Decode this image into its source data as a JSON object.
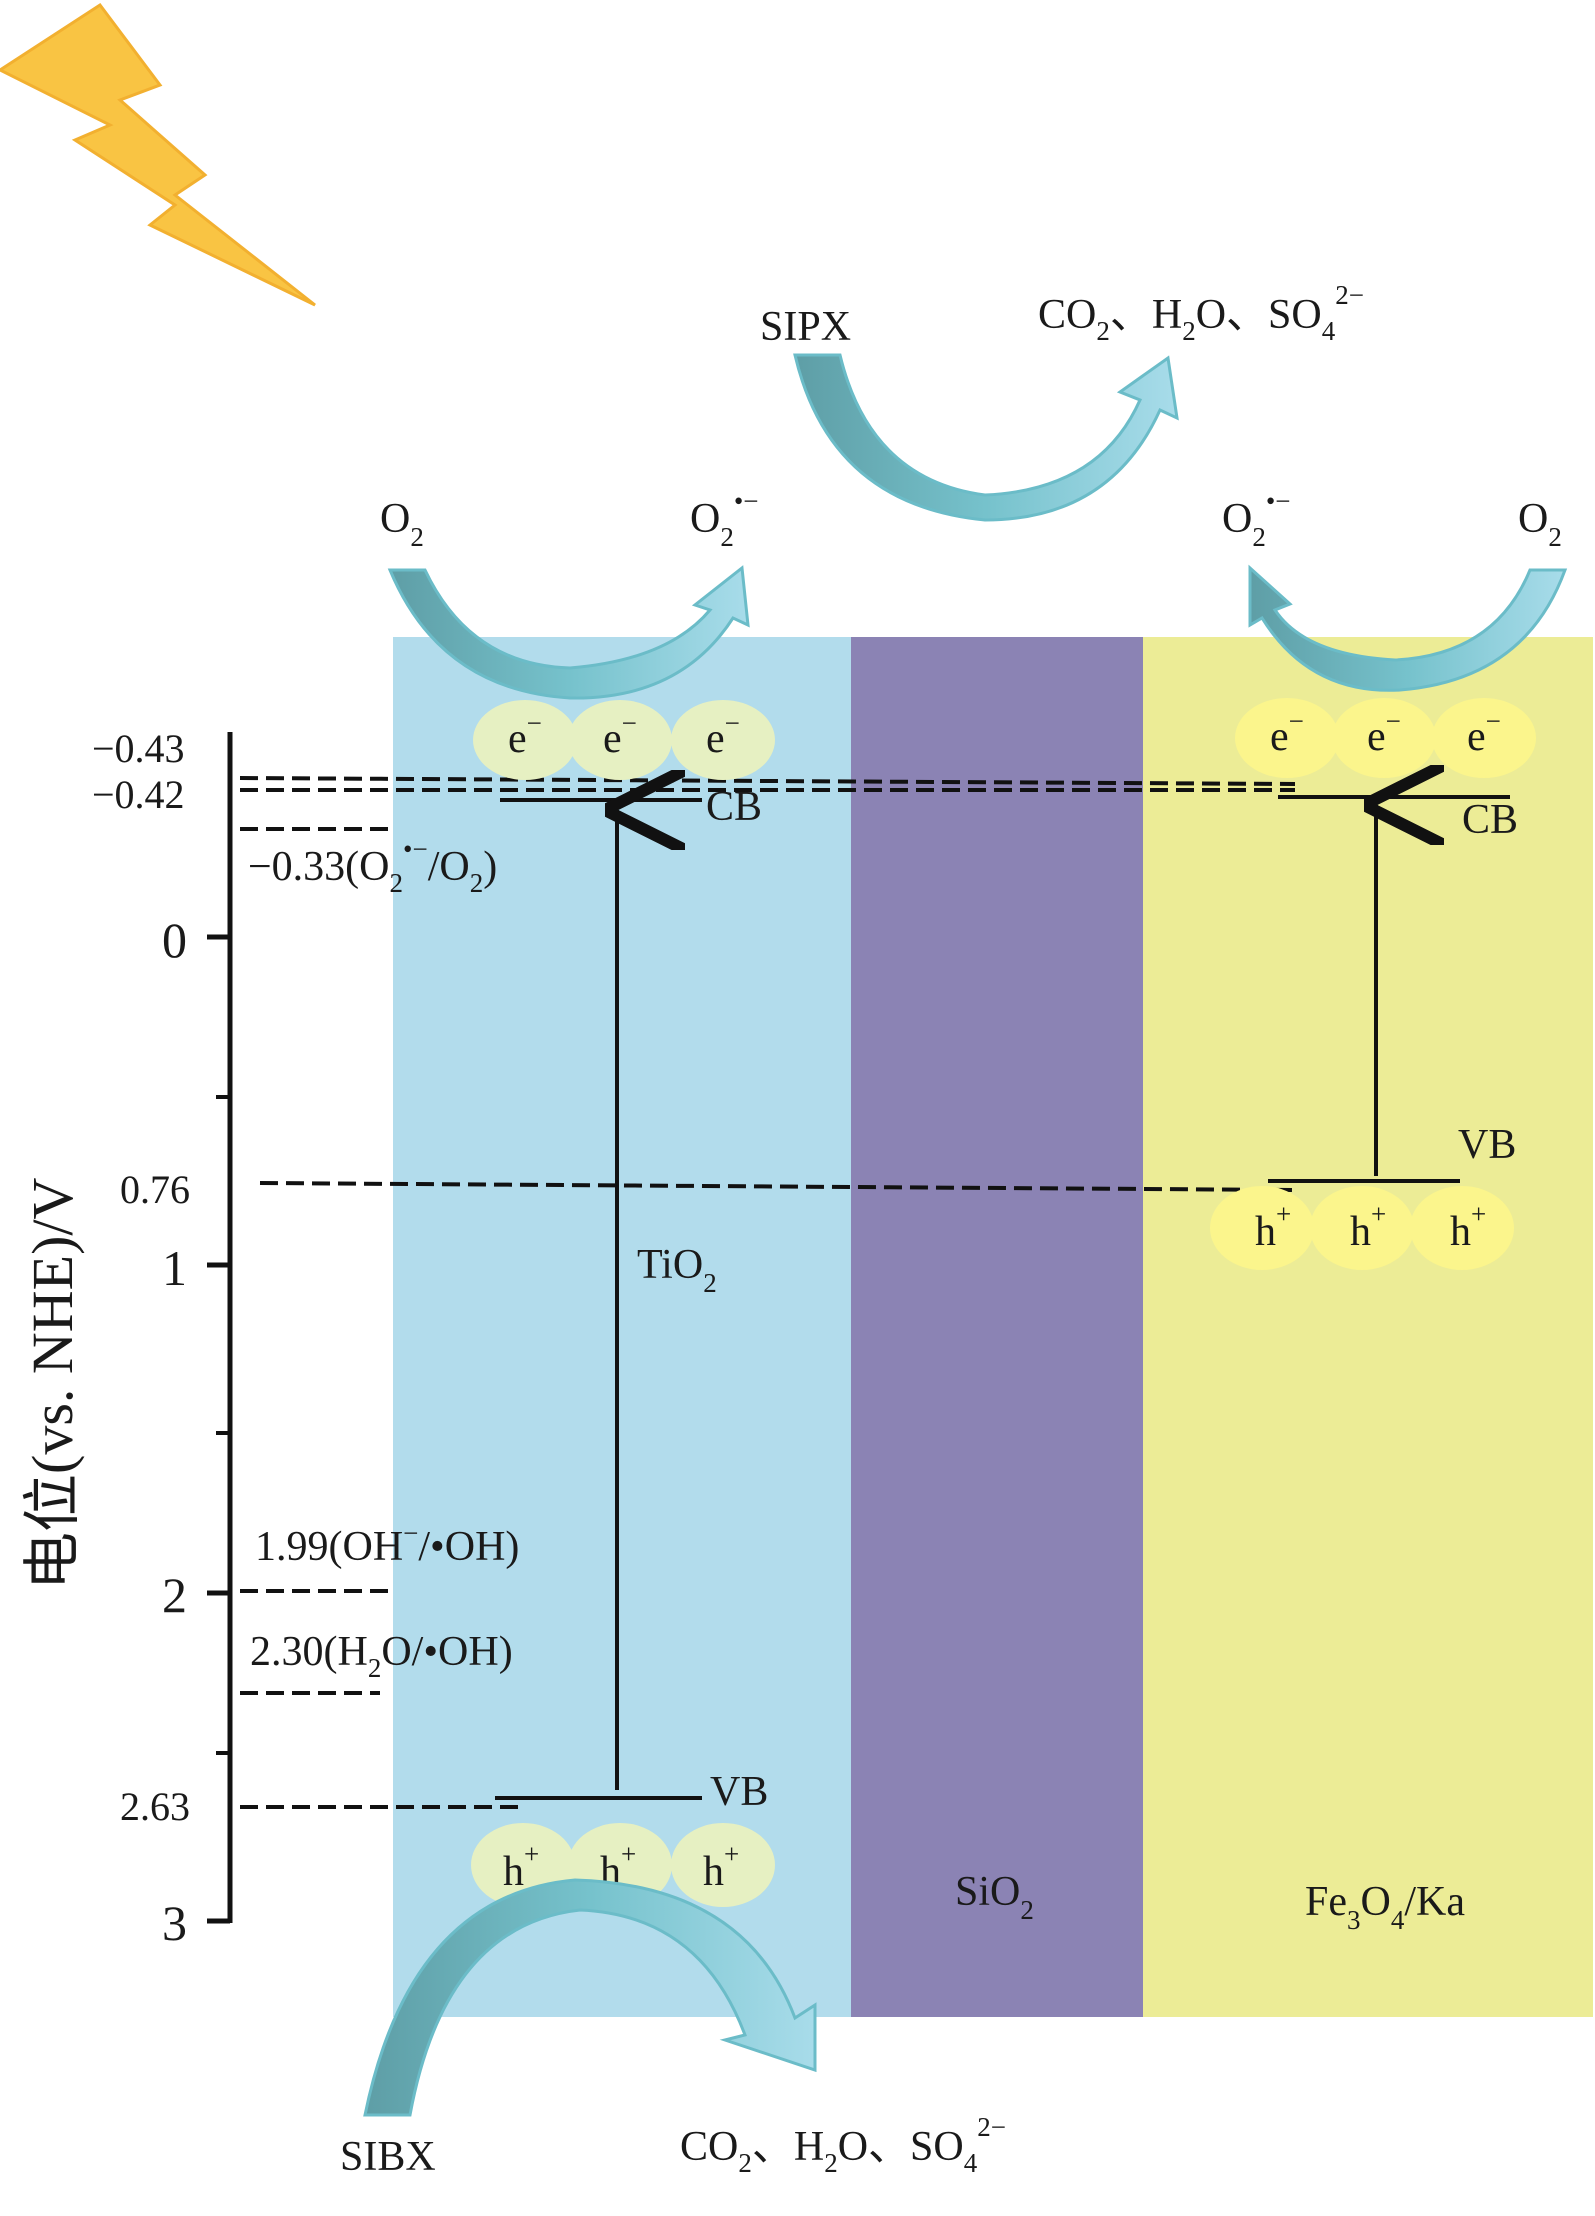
{
  "axis": {
    "label": "电位(vs. NHE)/V",
    "ticks": [
      "0",
      "1",
      "2",
      "3"
    ],
    "side_values": [
      "−0.43",
      "−0.42",
      "0.76",
      "2.63"
    ]
  },
  "annotations": {
    "o2_couple": {
      "value": "−0.33(O",
      "sub": "2",
      "sup": "•−",
      "mid": "/O",
      "sub2": "2",
      "tail": ")"
    },
    "oh_couple": {
      "value": "1.99(OH",
      "sup": "−",
      "tail": "/•OH)"
    },
    "h2o_couple": {
      "value": "2.30(H",
      "sub": "2",
      "tail": "O/•OH)"
    }
  },
  "regions": {
    "tio2": {
      "label": "TiO",
      "sub": "2",
      "color": "#b2dcec"
    },
    "sio2": {
      "label": "SiO",
      "sub": "2",
      "color": "#8b83b4"
    },
    "fe3o4": {
      "label_a": "Fe",
      "sub_a": "3",
      "label_b": "O",
      "sub_b": "4",
      "label_c": "/Ka",
      "color": "#ecec96"
    }
  },
  "bands": {
    "cb": "CB",
    "vb": "VB"
  },
  "carriers": {
    "electron": "e",
    "electron_sup": "−",
    "hole": "h",
    "hole_sup": "+"
  },
  "species": {
    "o2": "O",
    "o2_sub": "2",
    "superoxide": "O",
    "superoxide_sub": "2",
    "superoxide_sup": "•−",
    "sipx": "SIPX",
    "sibx": "SIBX",
    "products": {
      "a": "CO",
      "a_sub": "2",
      "sep1": "、H",
      "b_sub": "2",
      "b": "O、SO",
      "c_sub": "4",
      "c_sup": "2−"
    }
  },
  "colors": {
    "arrow_fill": "#9dd6e6",
    "arrow_edge": "#6bbcc8",
    "arrow_dark": "#5a9aa3",
    "lightning": "#f9c443",
    "bubble_blue": "#e6f0c2",
    "bubble_yellow": "#fbf58c"
  }
}
